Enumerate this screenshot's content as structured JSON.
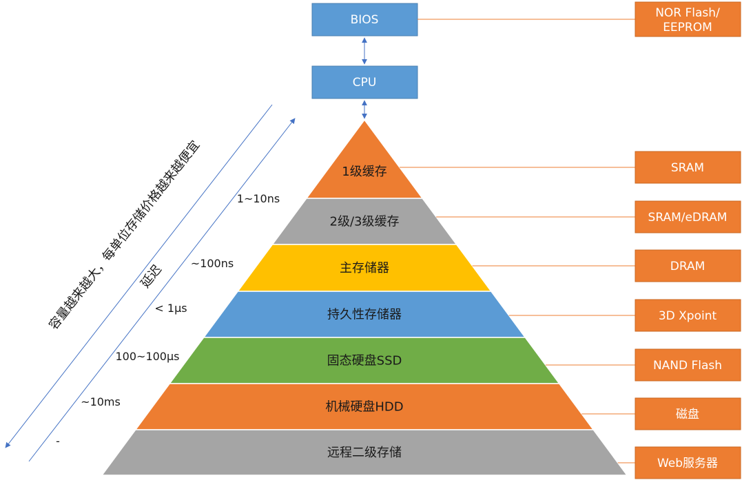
{
  "top": {
    "bios": "BIOS",
    "cpu": "CPU"
  },
  "pyramid": [
    {
      "label": "1级缓存",
      "color": "#ed7d31",
      "tech": "SRAM",
      "latency": "1~10ns"
    },
    {
      "label": "2级/3级缓存",
      "color": "#a5a5a5",
      "tech": "SRAM/eDRAM",
      "latency": ""
    },
    {
      "label": "主存储器",
      "color": "#ffc000",
      "tech": "DRAM",
      "latency": "~100ns"
    },
    {
      "label": "持久性存储器",
      "color": "#5b9bd5",
      "tech": "3D Xpoint",
      "latency": "< 1μs"
    },
    {
      "label": "固态硬盘SSD",
      "color": "#70ad47",
      "tech": "NAND Flash",
      "latency": "100~100μs"
    },
    {
      "label": "机械硬盘HDD",
      "color": "#ed7d31",
      "tech": "磁盘",
      "latency": "~10ms"
    },
    {
      "label": "远程二级存储",
      "color": "#a5a5a5",
      "tech": "Web服务器",
      "latency": "-"
    }
  ],
  "bios_tech": "NOR Flash/\nEEPROM",
  "arrows": {
    "capacity": "容量越来越大，每单位存储价格越来越便宜",
    "latency": "延迟"
  }
}
